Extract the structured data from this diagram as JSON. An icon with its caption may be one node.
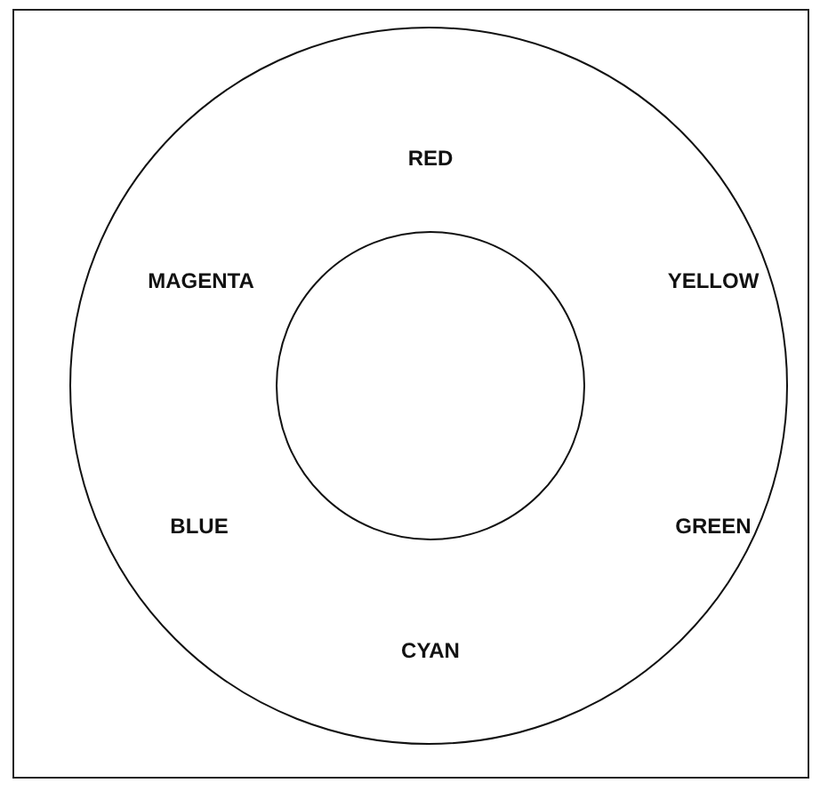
{
  "diagram": {
    "nodes": [
      {
        "text": [
          "RED",
          "MAGENTA",
          "YELLOW",
          "BLUE",
          "GREEN",
          "CYAN"
        ]
      },
      {
        "text": [],
        "shape": "circle",
        "in": 0
      }
    ]
  }
}
